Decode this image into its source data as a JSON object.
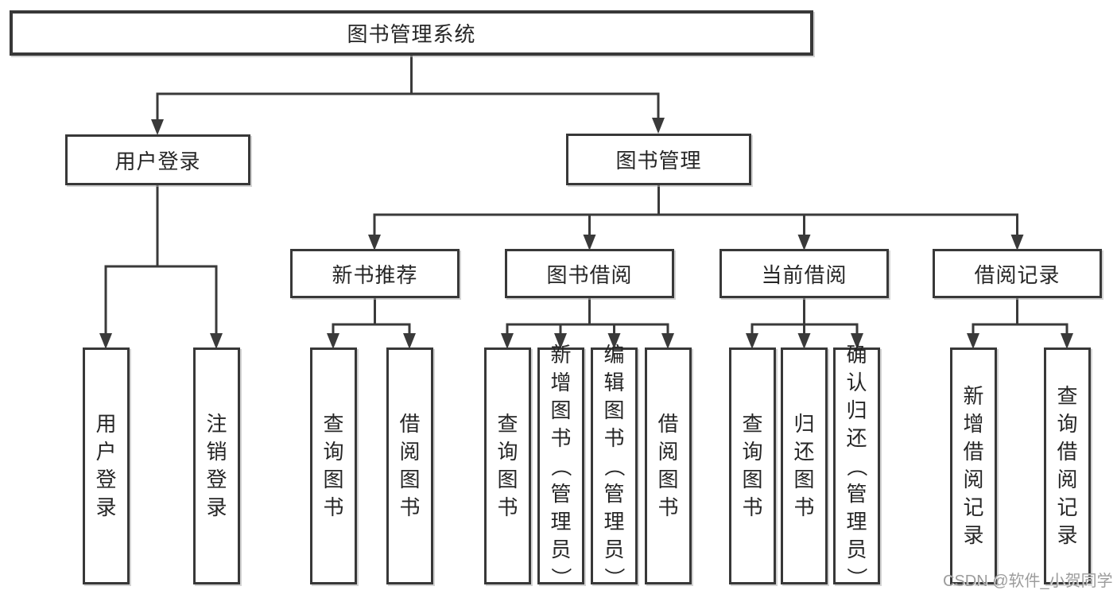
{
  "tree": {
    "label": "图书管理系统",
    "children": [
      {
        "label": "用户登录",
        "children": [
          {
            "label": "用户登录"
          },
          {
            "label": "注销登录"
          }
        ]
      },
      {
        "label": "图书管理",
        "children": [
          {
            "label": "新书推荐",
            "children": [
              {
                "label": "查询图书"
              },
              {
                "label": "借阅图书"
              }
            ]
          },
          {
            "label": "图书借阅",
            "children": [
              {
                "label": "查询图书"
              },
              {
                "label": "新增图书（管理员）"
              },
              {
                "label": "编辑图书（管理员）"
              },
              {
                "label": "借阅图书"
              }
            ]
          },
          {
            "label": "当前借阅",
            "children": [
              {
                "label": "查询图书"
              },
              {
                "label": "归还图书"
              },
              {
                "label": "确认归还（管理员）"
              }
            ]
          },
          {
            "label": "借阅记录",
            "children": [
              {
                "label": "新增借阅记录"
              },
              {
                "label": "查询借阅记录"
              }
            ]
          }
        ]
      }
    ]
  },
  "watermark": "CSDN @软件_小贺同学",
  "colors": {
    "line": "#3a3a3a",
    "box_border": "#383838",
    "box_fill": "#ffffff",
    "text": "#262626",
    "watermark": "#9c9c9c",
    "background": "#ffffff"
  }
}
